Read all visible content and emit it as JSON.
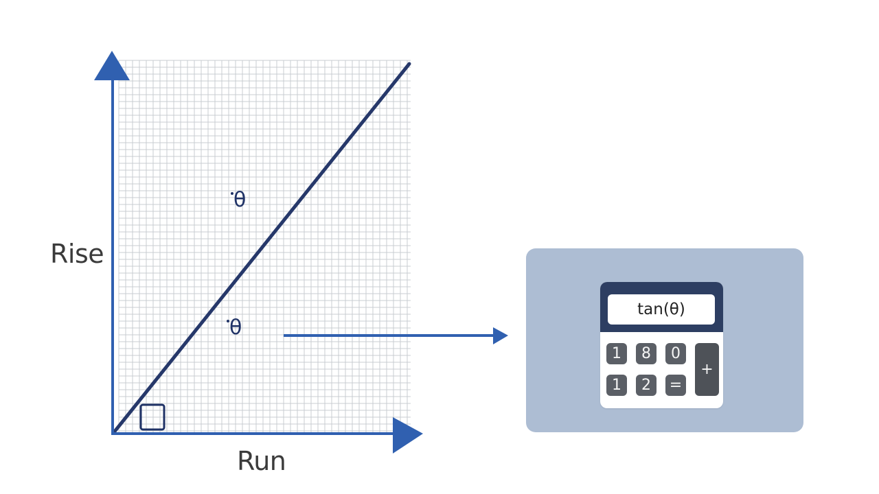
{
  "labels": {
    "rise": "Rise",
    "run": "Run",
    "theta_upper": "θ",
    "theta_lower": "θ"
  },
  "calculator": {
    "display": "tan(θ)",
    "keys_row1": [
      "1",
      "8",
      "0"
    ],
    "keys_row2": [
      "1",
      "2",
      "="
    ],
    "plus_key": "+"
  },
  "colors": {
    "axis": "#3060b0",
    "hypotenuse": "#26386a",
    "grid": "#c9ccd2",
    "panel": "#adbdd3",
    "calculator_header": "#2d3e62",
    "key": "#5b5f66"
  }
}
